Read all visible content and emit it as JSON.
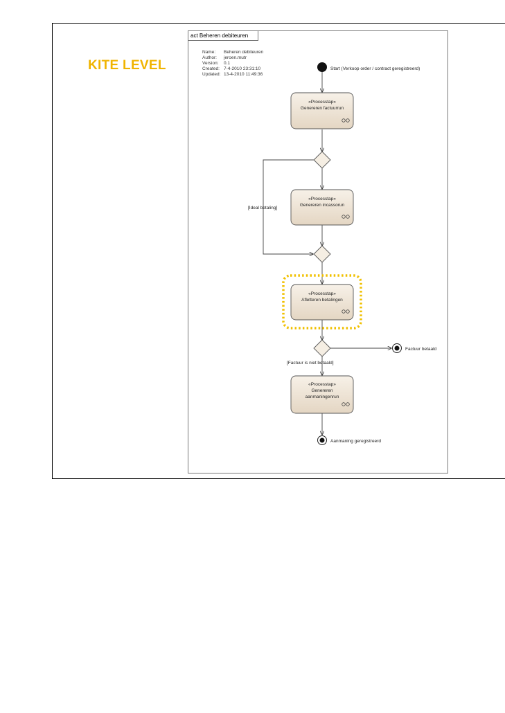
{
  "banner": "KITE LEVEL",
  "diagram": {
    "tab_label": "act Beheren debiteuren",
    "meta": [
      {
        "key": "Name:",
        "value": "Beheren debiteuren"
      },
      {
        "key": "Author:",
        "value": "jeroen.mutr"
      },
      {
        "key": "Version:",
        "value": "0.1"
      },
      {
        "key": "Created:",
        "value": "7-4-2010 23:31:10"
      },
      {
        "key": "Updated:",
        "value": "13-4-2010 11:49:36"
      }
    ],
    "start_label": "Start (Verkoop order / contract geregistreerd)",
    "activities": [
      {
        "stereotype": "«Processtap»",
        "name_lines": [
          "Genereren factuurrun"
        ]
      },
      {
        "stereotype": "«Processtap»",
        "name_lines": [
          "Genereren incassorun"
        ]
      },
      {
        "stereotype": "«Processtap»",
        "name_lines": [
          "Afletteren betalingen"
        ]
      },
      {
        "stereotype": "«Processtap»",
        "name_lines": [
          "Genereren",
          "aanmaningenrun"
        ]
      }
    ],
    "guard_ideal": "[Ideal betaling]",
    "guard_not_paid": "[Factuur is niet betaald]",
    "end_paid_label": "Factuur betaald",
    "end_reminder_label": "Aanmaning geregistreerd",
    "highlight_color": "#f0c000"
  }
}
